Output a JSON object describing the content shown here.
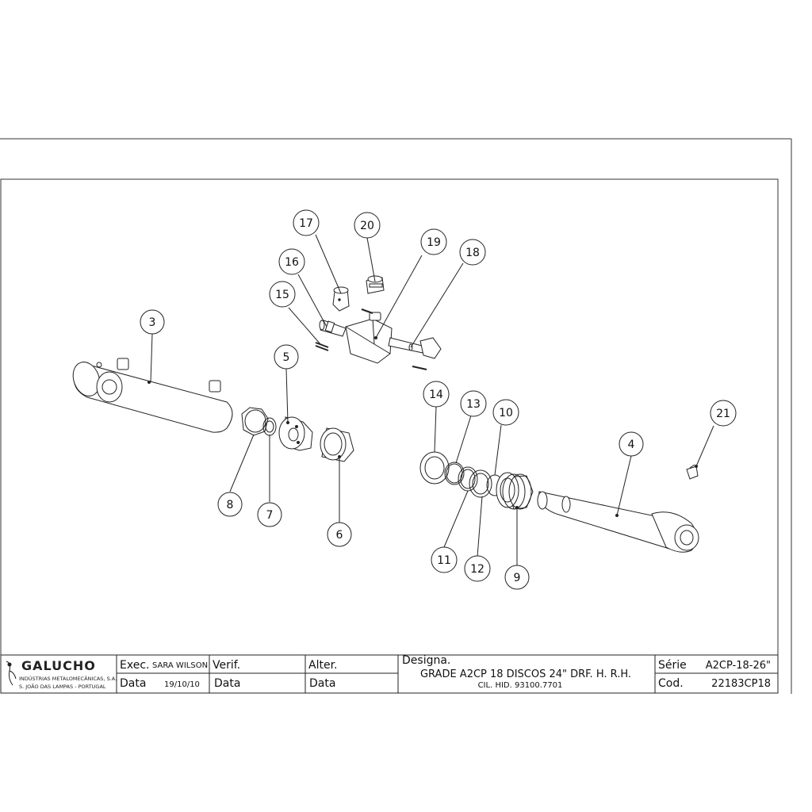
{
  "callouts": [
    {
      "id": "c3",
      "num": "3"
    },
    {
      "id": "c4",
      "num": "4"
    },
    {
      "id": "c5",
      "num": "5"
    },
    {
      "id": "c6",
      "num": "6"
    },
    {
      "id": "c7",
      "num": "7"
    },
    {
      "id": "c8",
      "num": "8"
    },
    {
      "id": "c9",
      "num": "9"
    },
    {
      "id": "c10",
      "num": "10"
    },
    {
      "id": "c11",
      "num": "11"
    },
    {
      "id": "c12",
      "num": "12"
    },
    {
      "id": "c13",
      "num": "13"
    },
    {
      "id": "c14",
      "num": "14"
    },
    {
      "id": "c15",
      "num": "15"
    },
    {
      "id": "c16",
      "num": "16"
    },
    {
      "id": "c17",
      "num": "17"
    },
    {
      "id": "c18",
      "num": "18"
    },
    {
      "id": "c19",
      "num": "19"
    },
    {
      "id": "c20",
      "num": "20"
    },
    {
      "id": "c21",
      "num": "21"
    }
  ],
  "title_block": {
    "company": "GALUCHO",
    "company_sub1": "INDÚSTRIAS METALOMECÂNICAS, S.A.",
    "company_sub2": "S. JOÃO DAS LAMPAS - PORTUGAL",
    "exec_label": "Exec.",
    "exec_value": "SARA WILSON",
    "data_label": "Data",
    "data_value": "19/10/10",
    "verif_label": "Verif.",
    "verif_data_label": "Data",
    "alter_label": "Alter.",
    "alter_data_label": "Data",
    "designa_label": "Designa.",
    "designa_line1": "GRADE A2CP 18 DISCOS 24\" DRF. H. R.H.",
    "designa_line2": "CIL. HID. 93100.7701",
    "serie_label": "Série",
    "serie_value": "A2CP-18-26\"",
    "cod_label": "Cod.",
    "cod_value": "22183CP18"
  }
}
